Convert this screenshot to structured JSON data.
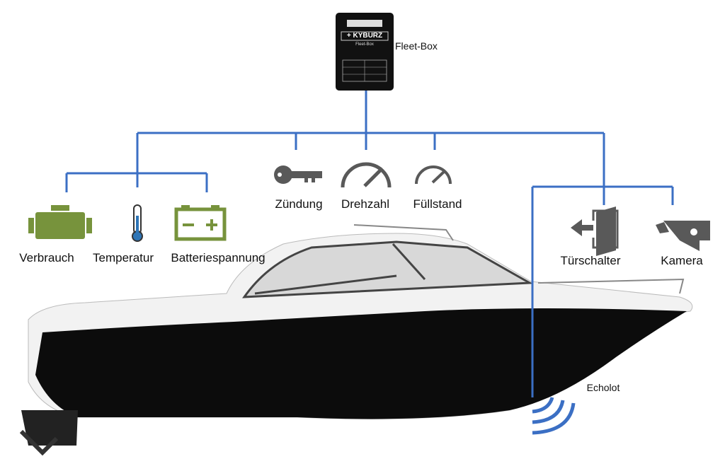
{
  "fleet_box": {
    "label": "Fleet-Box",
    "brand": "KYBURZ",
    "device_caption": "Fleet-Box"
  },
  "sensors": [
    {
      "label": "Verbrauch",
      "icon": "engine-icon"
    },
    {
      "label": "Temperatur",
      "icon": "thermometer-icon"
    },
    {
      "label": "Batteriespannung",
      "icon": "battery-icon"
    },
    {
      "label": "Zündung",
      "icon": "key-icon"
    },
    {
      "label": "Drehzahl",
      "icon": "tachometer-icon"
    },
    {
      "label": "Füllstand",
      "icon": "fuel-gauge-icon"
    },
    {
      "label": "Türschalter",
      "icon": "door-icon"
    },
    {
      "label": "Kamera",
      "icon": "camera-icon"
    },
    {
      "label": "Echolot",
      "icon": "sonar-waves-icon"
    }
  ],
  "colors": {
    "line": "#3b6fc4",
    "green": "#77933c",
    "gray": "#595959",
    "hull": "#0c0c0c"
  }
}
